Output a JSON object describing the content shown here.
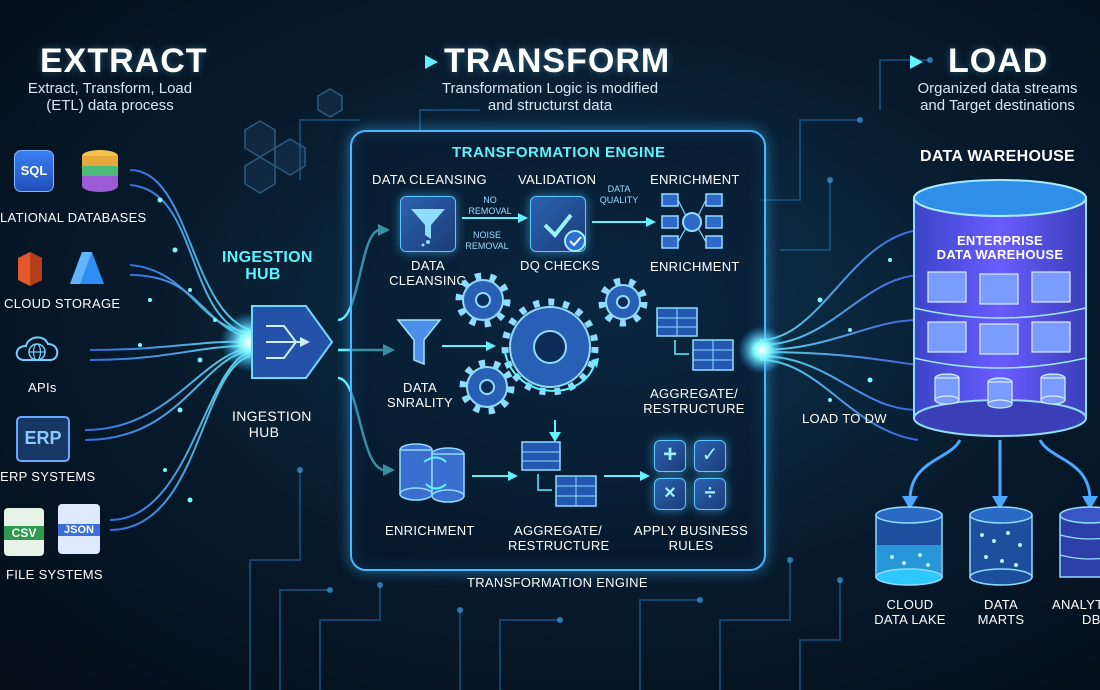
{
  "header": {
    "extract": {
      "title": "EXTRACT",
      "sub1": "Extract, Transform, Load",
      "sub2": "(ETL) data process"
    },
    "transform": {
      "title": "TRANSFORM",
      "sub1": "Transformation Logic is modified",
      "sub2": "and structurst data"
    },
    "load": {
      "title": "LOAD",
      "sub1": "Organized data streams",
      "sub2": "and Target destinations"
    }
  },
  "sources": [
    {
      "label": "LATIONAL DATABASES",
      "icon": "database-icon",
      "badge": "SQL"
    },
    {
      "label": "CLOUD STORAGE",
      "icon": "cloud-provider-icon"
    },
    {
      "label": "APIs",
      "icon": "globe-cloud-icon"
    },
    {
      "label": "ERP SYSTEMS",
      "icon": "erp-icon",
      "badge": "ERP"
    },
    {
      "label": "FILE SYSTEMS",
      "icon": "file-icon",
      "badge1": "CSV",
      "badge2": "JSON"
    }
  ],
  "hub": {
    "top_label": "INGESTION HUB",
    "bottom_label1": "INGESTION",
    "bottom_label2": "HUB"
  },
  "engine": {
    "title": "TRANSFORMATION ENGINE",
    "footer": "TRANSFORMATION ENGINE",
    "top_row": {
      "cleansing_head": "DATA CLEANSING",
      "no_removal1": "NO",
      "no_removal2": "REMOVAL",
      "noise_removal1": "NOISE",
      "noise_removal2": "REMOVAL",
      "cleansing_l1": "DATA",
      "cleansing_l2": "CLEANSING",
      "validation_head": "VALIDATION",
      "dq1": "DATA",
      "dq2": "QUALITY",
      "dq_checks": "DQ CHECKS",
      "enrich_head": "ENRICHMENT",
      "enrich_label": "ENRICHMENT"
    },
    "mid_row": {
      "snrality1": "DATA",
      "snrality2": "SNRALITY",
      "aggregate1": "AGGREGATE/",
      "aggregate2": "RESTRUCTURE"
    },
    "bottom_row": {
      "enrichment": "ENRICHMENT",
      "aggregate1": "AGGREGATE/",
      "aggregate2": "RESTRUCTURE",
      "rules1": "APPLY BUSINESS",
      "rules2": "RULES"
    }
  },
  "warehouse": {
    "title": "DATA WAREHOUSE",
    "inner1": "ENTERPRISE",
    "inner2": "DATA WAREHOUSE",
    "load_label": "LOAD TO DW"
  },
  "targets": [
    {
      "l1": "CLOUD",
      "l2": "DATA LAKE",
      "icon": "cloud-data-lake-icon"
    },
    {
      "l1": "DATA",
      "l2": "MARTS",
      "icon": "data-marts-icon"
    },
    {
      "l1": "ANALYT",
      "l2": "DB",
      "icon": "analytics-db-icon"
    }
  ],
  "colors": {
    "accent": "#5ff3ff",
    "panel_border": "#49b6ff",
    "warehouse": "#6a5cff",
    "background": "#07192b"
  }
}
